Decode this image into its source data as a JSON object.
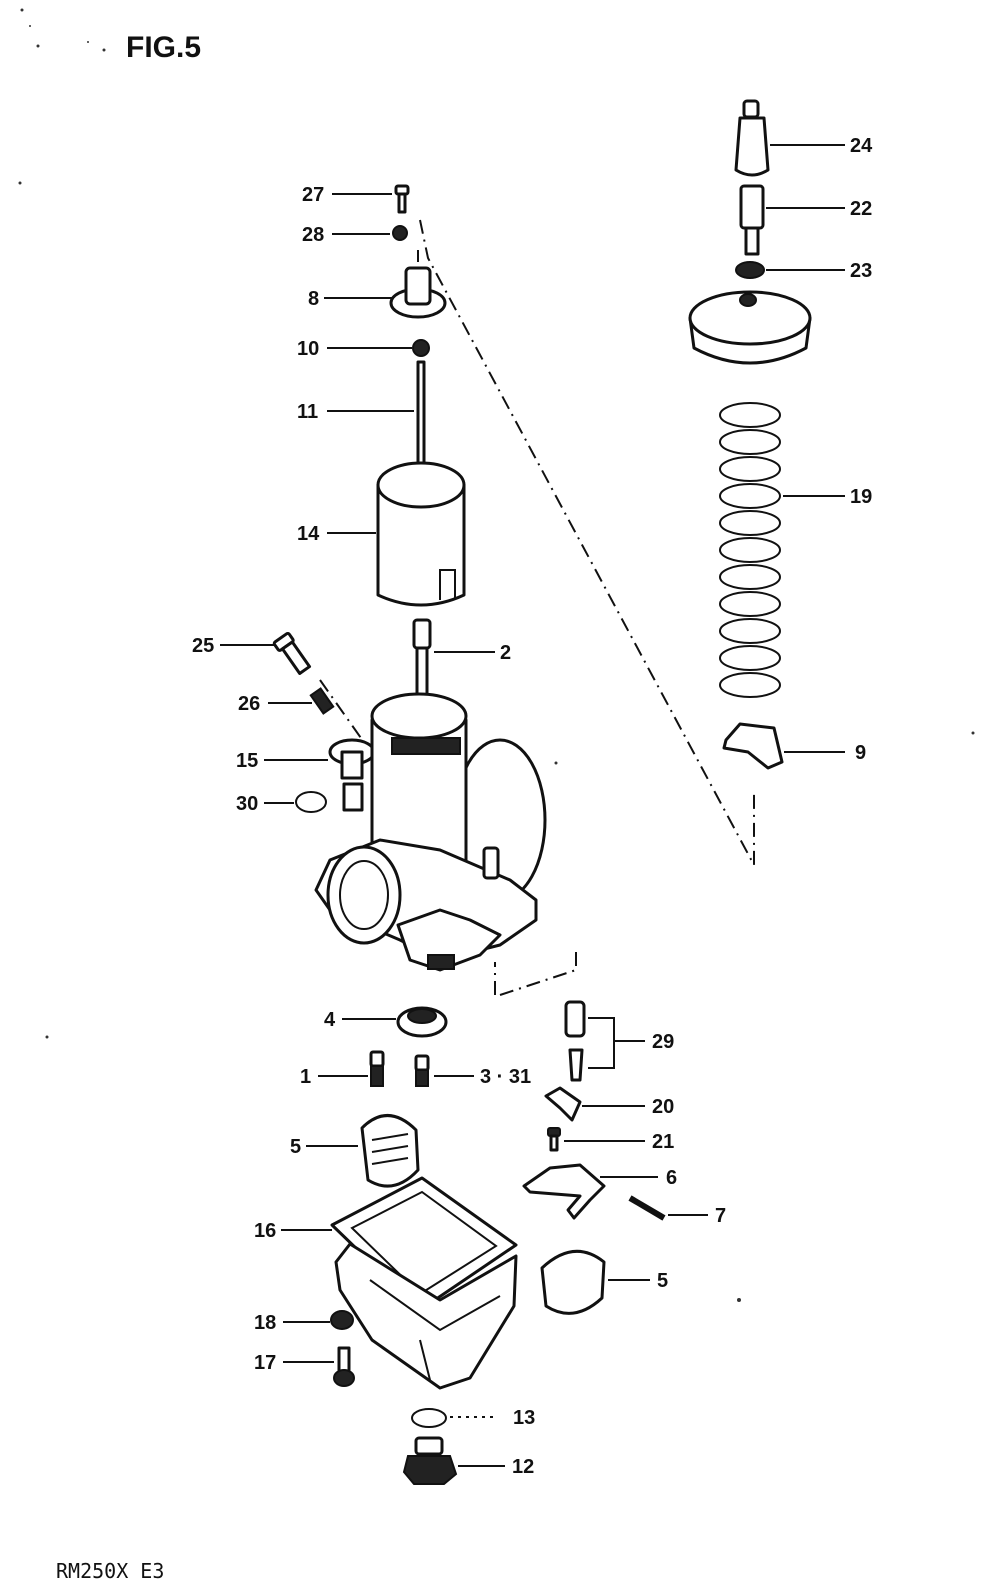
{
  "header": {
    "title": "FIG.5"
  },
  "footer": {
    "model_code": "RM250X  E3"
  },
  "callouts": [
    {
      "id": "c24",
      "text": "24"
    },
    {
      "id": "c22",
      "text": "22"
    },
    {
      "id": "c23",
      "text": "23"
    },
    {
      "id": "c27",
      "text": "27"
    },
    {
      "id": "c28",
      "text": "28"
    },
    {
      "id": "c8",
      "text": "8"
    },
    {
      "id": "c10",
      "text": "10"
    },
    {
      "id": "c11",
      "text": "11"
    },
    {
      "id": "c14",
      "text": "14"
    },
    {
      "id": "c19",
      "text": "19"
    },
    {
      "id": "c25",
      "text": "25"
    },
    {
      "id": "c2",
      "text": "2"
    },
    {
      "id": "c26",
      "text": "26"
    },
    {
      "id": "c15",
      "text": "15"
    },
    {
      "id": "c9",
      "text": "9"
    },
    {
      "id": "c30",
      "text": "30"
    },
    {
      "id": "c4",
      "text": "4"
    },
    {
      "id": "c29",
      "text": "29"
    },
    {
      "id": "c1",
      "text": "1"
    },
    {
      "id": "c331",
      "text": "3 · 31"
    },
    {
      "id": "c20",
      "text": "20"
    },
    {
      "id": "c21",
      "text": "21"
    },
    {
      "id": "c5a",
      "text": "5"
    },
    {
      "id": "c6",
      "text": "6"
    },
    {
      "id": "c16",
      "text": "16"
    },
    {
      "id": "c7",
      "text": "7"
    },
    {
      "id": "c5b",
      "text": "5"
    },
    {
      "id": "c18",
      "text": "18"
    },
    {
      "id": "c17",
      "text": "17"
    },
    {
      "id": "c13",
      "text": "13"
    },
    {
      "id": "c12",
      "text": "12"
    }
  ]
}
